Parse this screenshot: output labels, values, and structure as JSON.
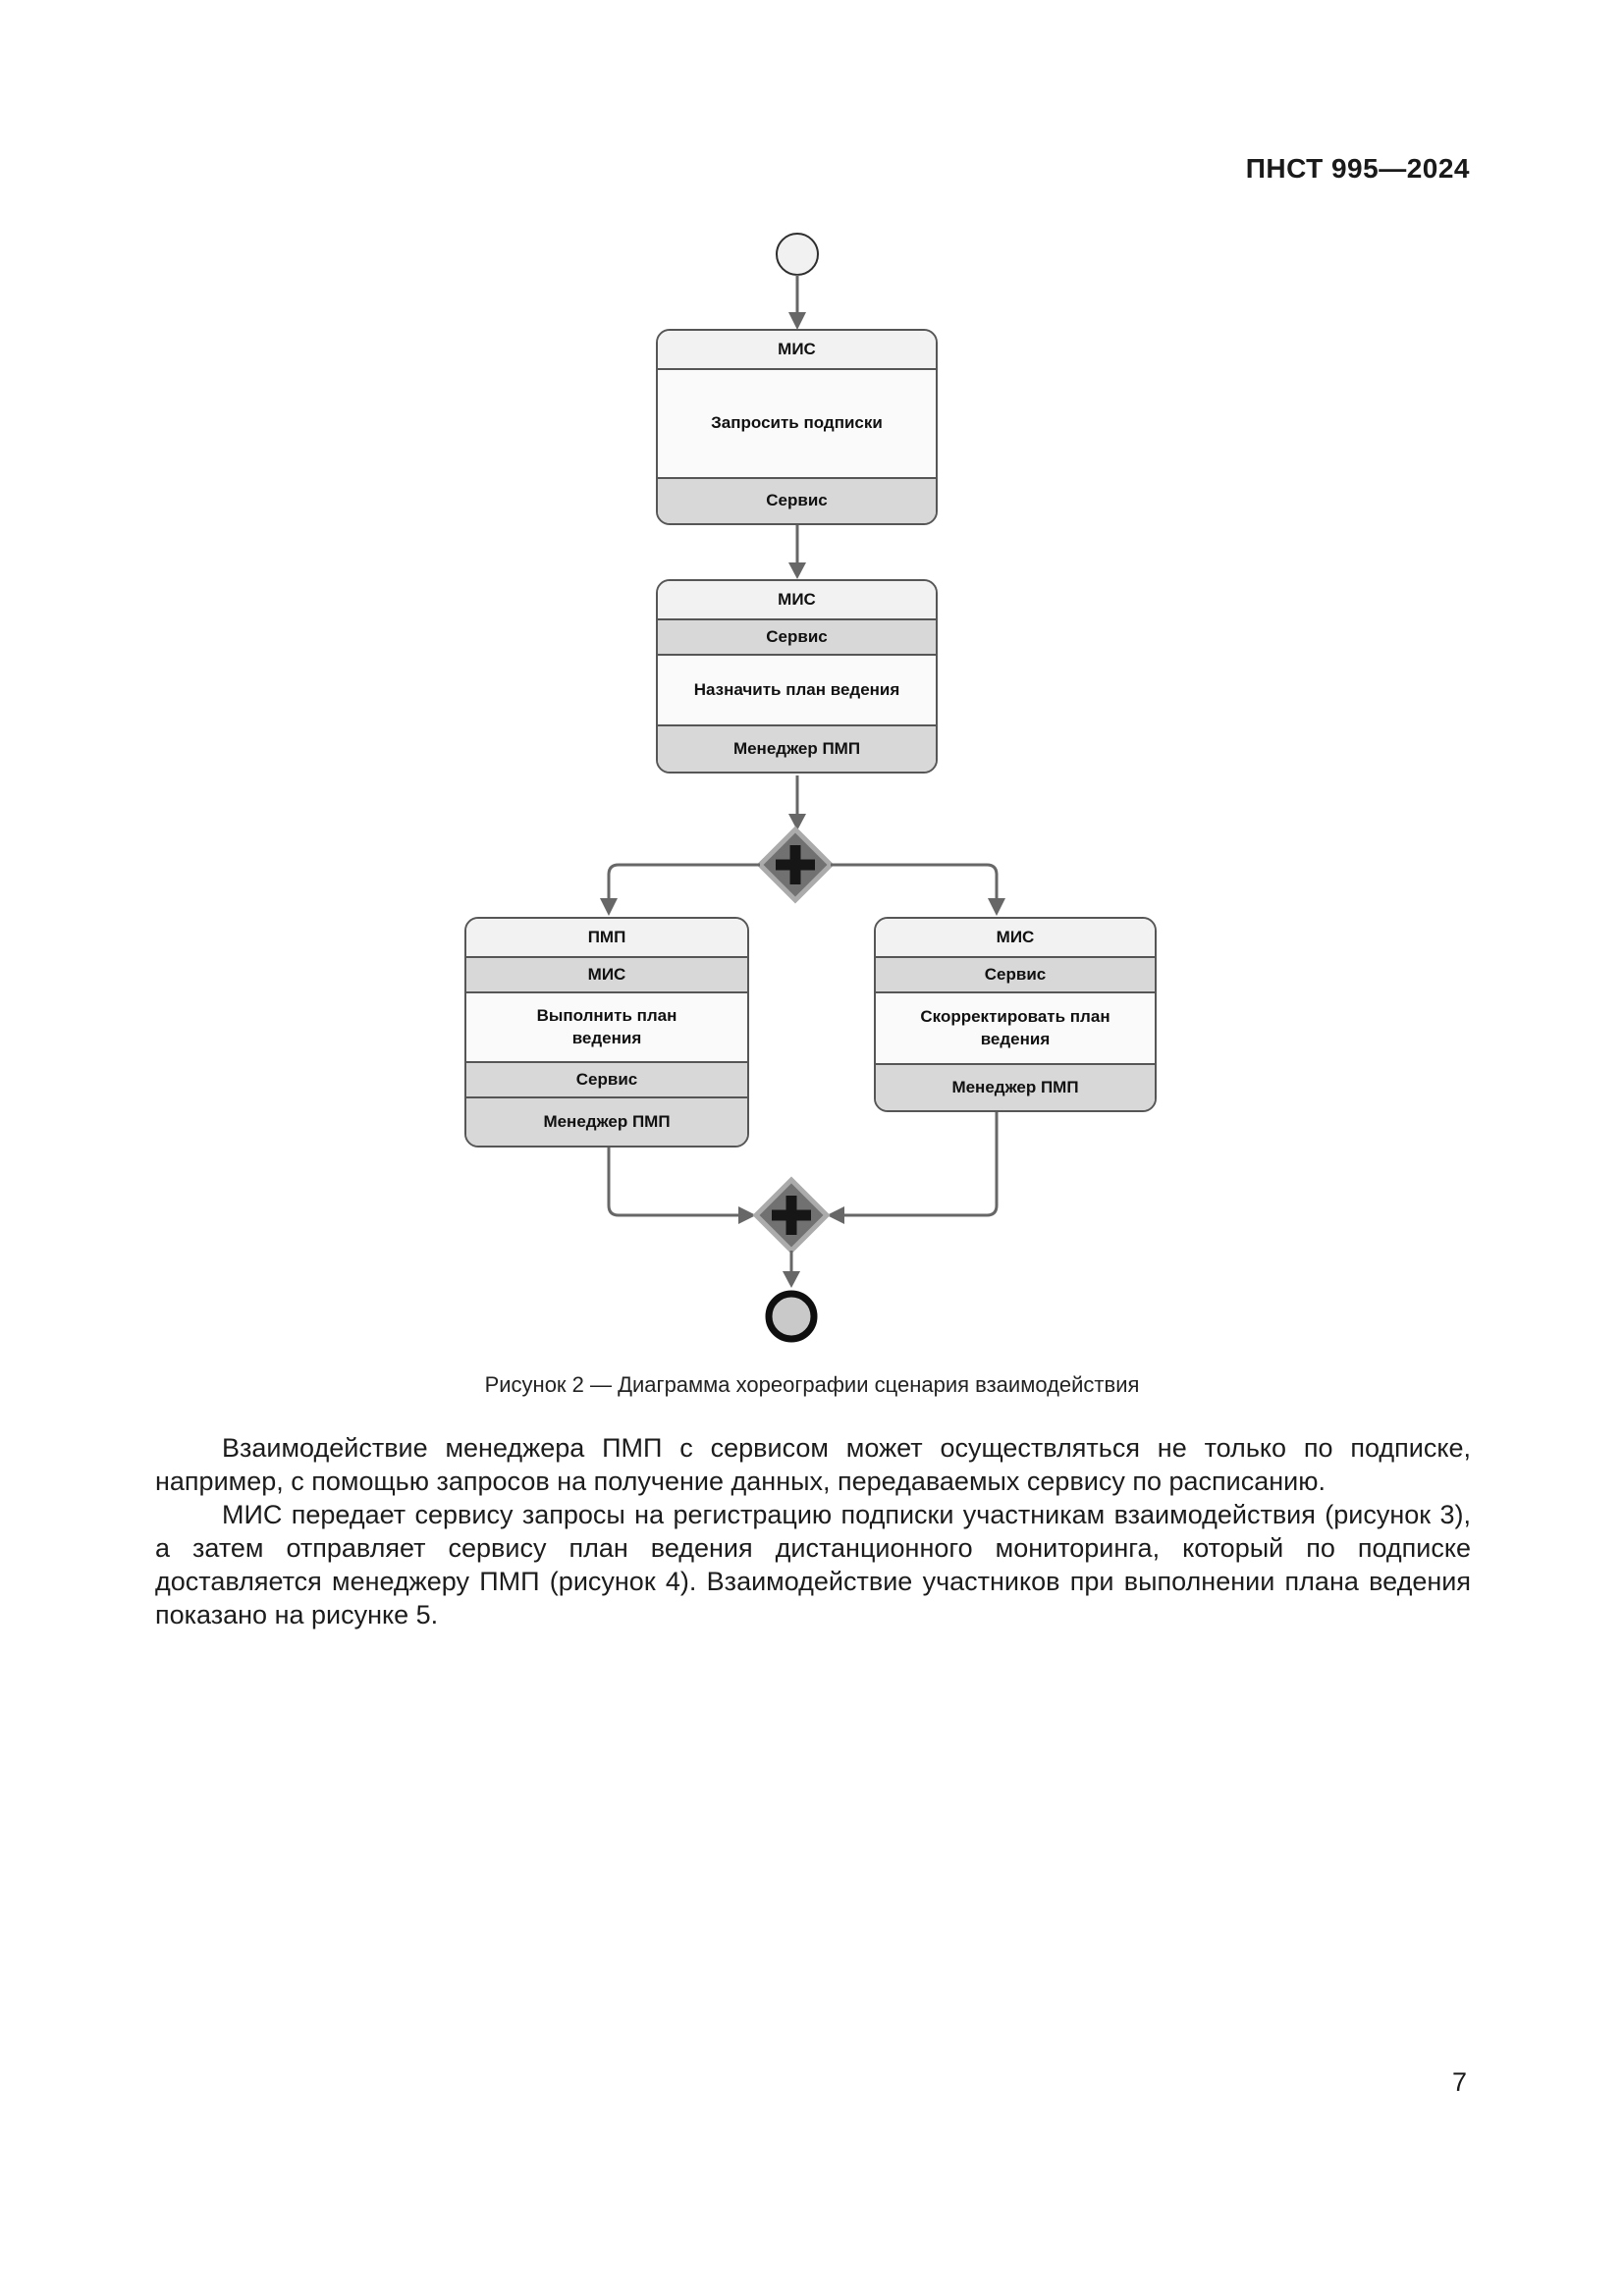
{
  "header": {
    "doc_code": "ПНСТ 995—2024"
  },
  "figure": {
    "caption": "Рисунок 2 — Диаграмма хореографии сценария взаимодействия",
    "diagram": {
      "type": "bpmn-choreography",
      "start_event": "start-event",
      "end_event": "end-event",
      "gateways": [
        "parallel-gateway-split",
        "parallel-gateway-join"
      ],
      "task_request_subscriptions": {
        "participant_top": "МИС",
        "name": "Запросить подписки",
        "participant_bottom": "Сервис"
      },
      "task_assign_plan": {
        "participant_top": "МИС",
        "band_2": "Сервис",
        "name": "Назначить план ведения",
        "participant_bottom": "Менеджер ПМП"
      },
      "task_execute_plan": {
        "participant_top": "ПМП",
        "band_2": "МИС",
        "name": "Выполнить план ведения",
        "band_4": "Сервис",
        "participant_bottom": "Менеджер ПМП"
      },
      "task_adjust_plan": {
        "participant_top": "МИС",
        "band_2": "Сервис",
        "name": "Скорректировать план ведения",
        "participant_bottom": "Менеджер ПМП"
      }
    }
  },
  "content": {
    "paragraphs": [
      "Взаимодействие менеджера ПМП с сервисом может осуществляться не только по подписке, например, с помощью запросов на получение данных, передаваемых сервису по расписанию.",
      "МИС передает сервису запросы на регистрацию подписки участникам взаимодействия (рисунок 3), а затем отправляет сервису план ведения дистанционного мониторинга, который по подписке доставляется менеджеру ПМП (рисунок 4). Взаимодействие участников при выполнении плана ведения показано на рисунке 5."
    ]
  },
  "footer": {
    "page_number": "7"
  }
}
